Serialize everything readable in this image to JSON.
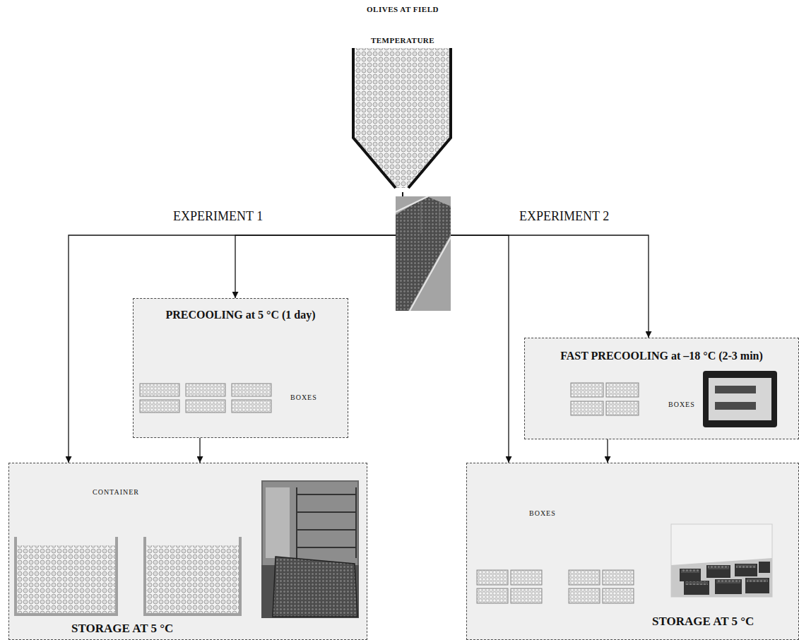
{
  "diagram": {
    "nodes": [
      {
        "text": [
          "OLIVES AT FIELD TEMPERATURE"
        ]
      },
      {
        "text": [
          "PRECOOLING at 5 °C (1 day)",
          "BOXES"
        ]
      },
      {
        "text": [
          "CONTAINER",
          "STORAGE AT 5 °C"
        ]
      },
      {
        "text": [
          "FAST PRECOOLING at –18 °C (2-3 min)",
          "BOXES"
        ]
      },
      {
        "text": [
          "BOXES",
          "STORAGE AT 5 °C"
        ]
      }
    ],
    "edges": [
      {
        "from": 0,
        "to": 2,
        "arrow": "to"
      },
      {
        "from": 0,
        "to": 1,
        "arrow": "to"
      },
      {
        "from": 1,
        "to": 2,
        "arrow": "to"
      },
      {
        "from": 0,
        "to": 4,
        "arrow": "to"
      },
      {
        "from": 0,
        "to": 3,
        "arrow": "to"
      },
      {
        "from": 3,
        "to": 4,
        "arrow": "to"
      }
    ],
    "labels": [
      "EXPERIMENT 1",
      "EXPERIMENT 2"
    ]
  }
}
